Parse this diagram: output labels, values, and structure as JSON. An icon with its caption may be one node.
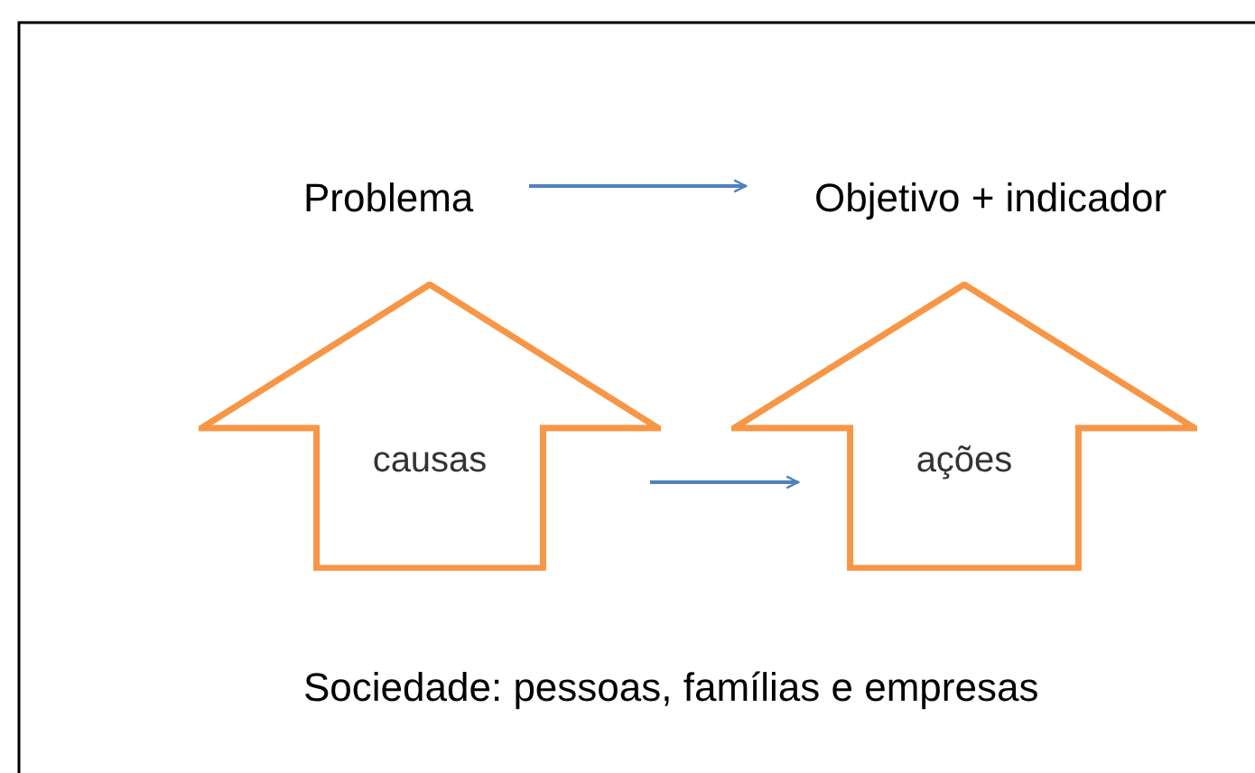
{
  "diagram": {
    "nodes": [
      {
        "text": [
          "Problema"
        ]
      },
      {
        "text": [
          "Objetivo + indicador"
        ]
      },
      {
        "text": [
          "causas"
        ]
      },
      {
        "text": [
          "ações"
        ]
      }
    ],
    "edges": [
      {
        "from": 0,
        "to": 1,
        "arrow": "to",
        "color": "#4f81bd"
      },
      {
        "from": 2,
        "to": 3,
        "arrow": "to",
        "color": "#4f81bd"
      }
    ],
    "labels": [
      "Sociedade: pessoas, famílias e empresas"
    ]
  }
}
